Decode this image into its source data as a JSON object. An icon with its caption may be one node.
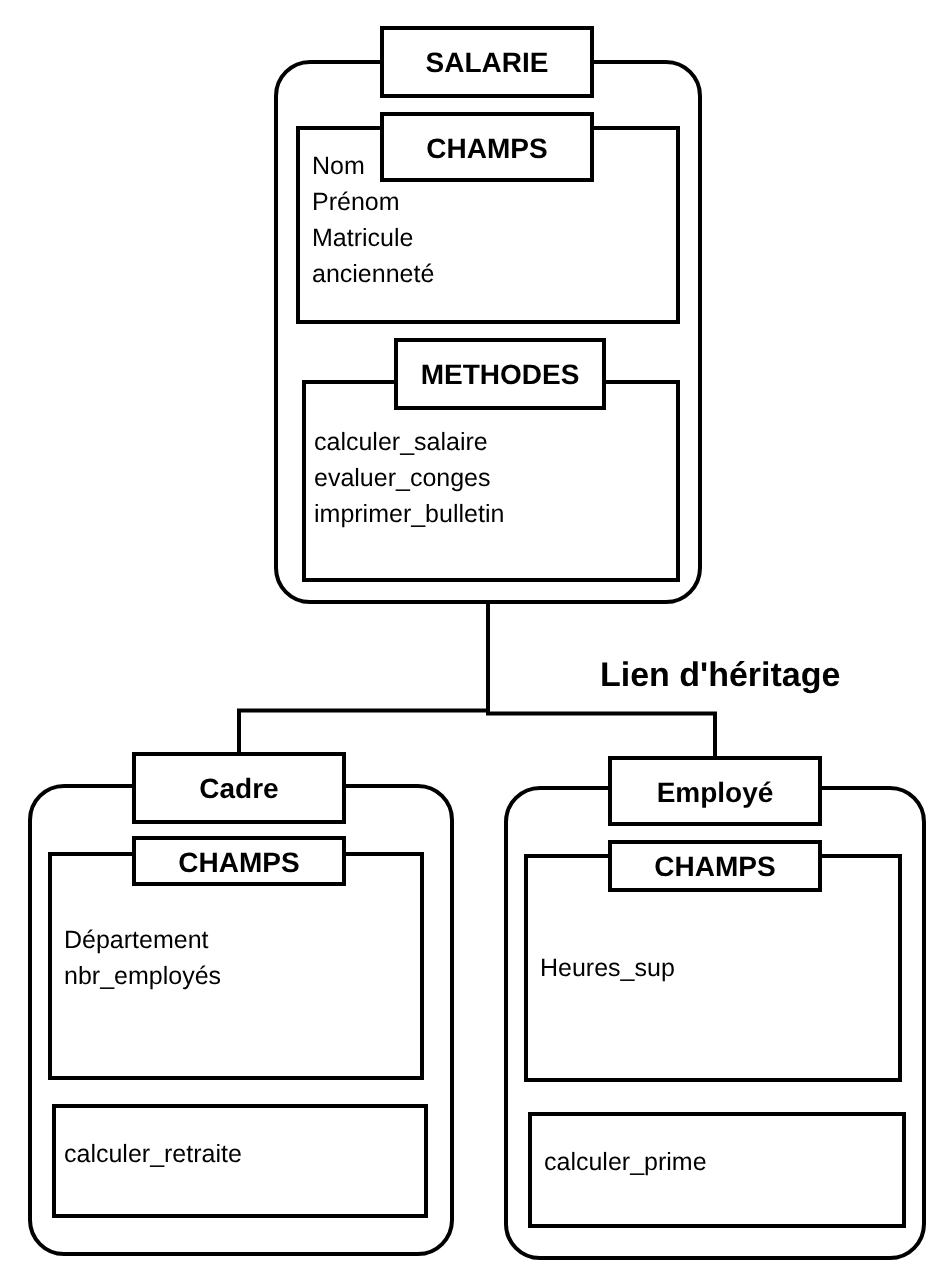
{
  "diagram": {
    "nodes": [
      {
        "text": [
          "SALARIE"
        ]
      },
      {
        "text": [
          "CHAMPS",
          "Nom",
          "Prénom",
          "Matricule",
          "ancienneté"
        ],
        "in": 0
      },
      {
        "text": [
          "METHODES",
          "calculer_salaire",
          "evaluer_conges",
          "imprimer_bulletin"
        ],
        "in": 0
      },
      {
        "text": [
          "Cadre"
        ]
      },
      {
        "text": [
          "CHAMPS",
          "Département",
          "nbr_employés"
        ],
        "in": 3
      },
      {
        "text": [
          "calculer_retraite"
        ],
        "in": 3
      },
      {
        "text": [
          "Employé"
        ]
      },
      {
        "text": [
          "CHAMPS",
          "Heures_sup"
        ],
        "in": 6
      },
      {
        "text": [
          "calculer_prime"
        ],
        "in": 6
      }
    ],
    "edges": [
      {
        "from": 0,
        "to": 3,
        "arrow": "none"
      },
      {
        "from": 0,
        "to": 6,
        "arrow": "none"
      }
    ],
    "labels": [
      "Lien d'héritage"
    ]
  }
}
